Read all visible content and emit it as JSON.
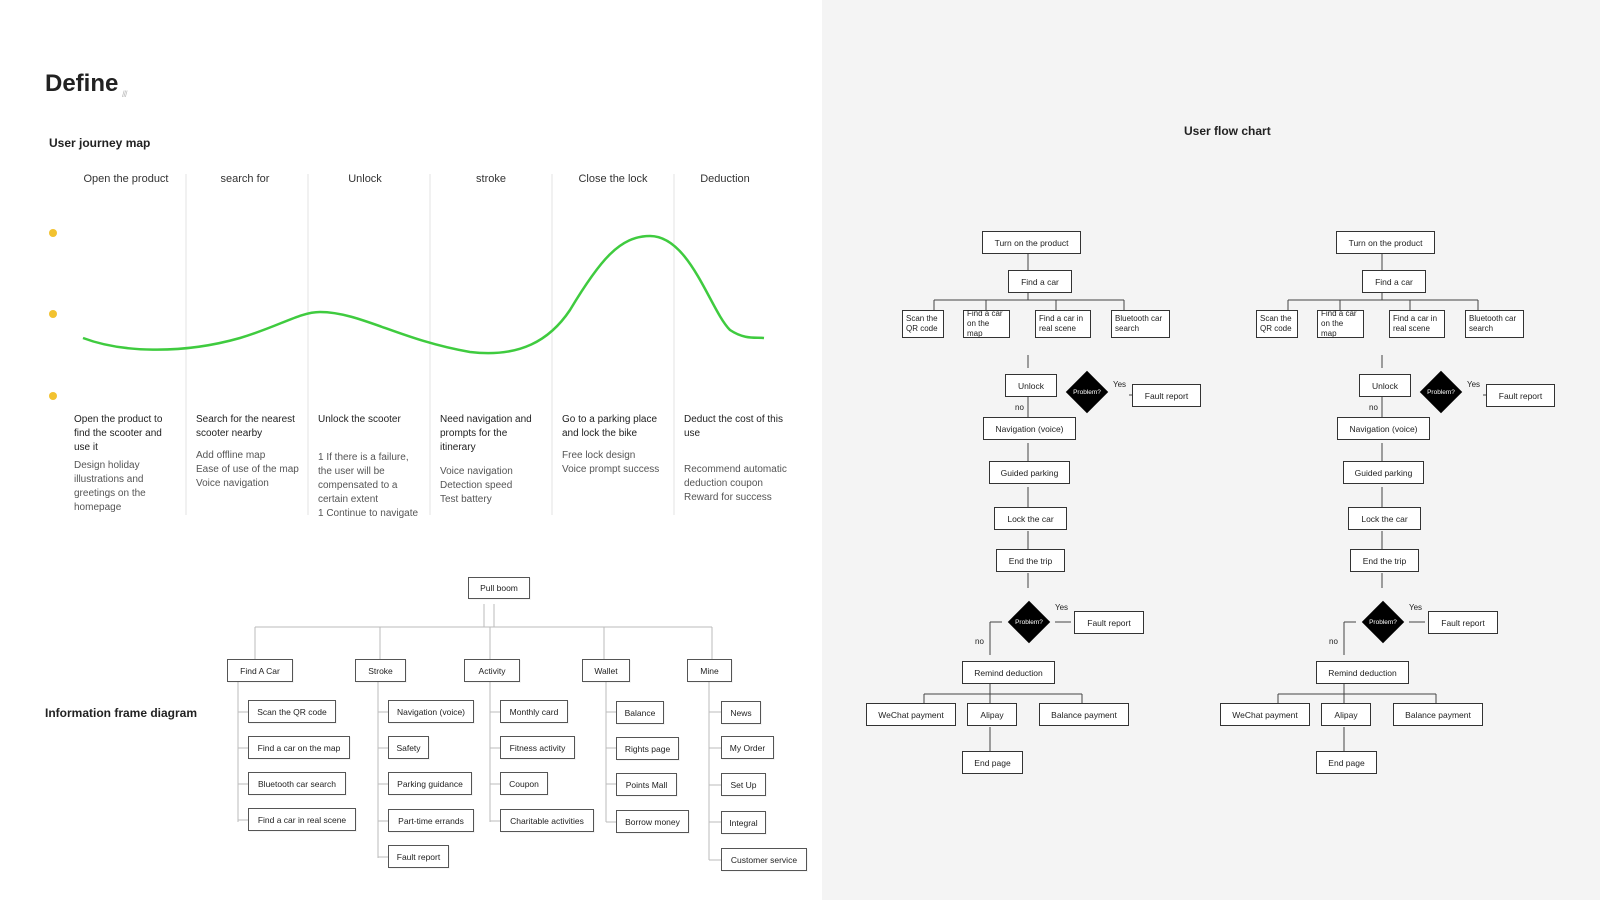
{
  "page": {
    "title": "Define",
    "title_deco": "///"
  },
  "journey": {
    "label": "User journey map",
    "stages": [
      {
        "title": "Open the product",
        "main": "Open the product to find the scooter and use it",
        "sub": [
          "Design holiday illustrations and greetings on the homepage"
        ]
      },
      {
        "title": "search for",
        "main": "Search for the nearest scooter nearby",
        "sub": [
          "Add offline map",
          "Ease of use of the map",
          "Voice navigation"
        ]
      },
      {
        "title": "Unlock",
        "main": "Unlock the scooter",
        "sub": [
          "1 If there is a failure, the user will be compensated to a certain extent",
          "1 Continue to navigate"
        ]
      },
      {
        "title": "stroke",
        "main": "Need navigation and prompts for the itinerary",
        "sub": [
          "Voice navigation",
          "Detection speed",
          "Test battery"
        ]
      },
      {
        "title": "Close the lock",
        "main": "Go to a parking place and lock the bike",
        "sub": [
          "Free lock design",
          "Voice prompt success"
        ]
      },
      {
        "title": "Deduction",
        "main": "Deduct the cost of this use",
        "sub": [
          "Recommend automatic deduction coupon",
          "Reward for success"
        ]
      }
    ],
    "emotion_levels": [
      "happy-face-icon",
      "neutral-face-icon",
      "sad-face-icon"
    ],
    "curve_color": "#3fcb3f"
  },
  "ia": {
    "label": "Information frame diagram",
    "root": "Pull boom",
    "groups": [
      {
        "label": "Find A Car",
        "children": [
          "Scan the QR code",
          "Find a car on the map",
          "Bluetooth car search",
          "Find a car in real scene"
        ]
      },
      {
        "label": "Stroke",
        "children": [
          "Navigation (voice)",
          "Safety",
          "Parking guidance",
          "Part-time errands",
          "Fault report"
        ]
      },
      {
        "label": "Activity",
        "children": [
          "Monthly card",
          "Fitness activity",
          "Coupon",
          "Charitable activities"
        ]
      },
      {
        "label": "Wallet",
        "children": [
          "Balance",
          "Rights page",
          "Points Mall",
          "Borrow money"
        ]
      },
      {
        "label": "Mine",
        "children": [
          "News",
          "My Order",
          "Set Up",
          "Integral",
          "Customer service"
        ]
      }
    ]
  },
  "flow": {
    "label": "User flow chart",
    "turn_on": "Turn on the product",
    "find_car": "Find a car",
    "options": [
      "Scan the QR code",
      "Find a car on the map",
      "Find a car in real scene",
      "Bluetooth car search"
    ],
    "unlock": "Unlock",
    "problem": "Problem?",
    "yes": "Yes",
    "no": "no",
    "fault_report": "Fault report",
    "navigation": "Navigation (voice)",
    "guided_parking": "Guided parking",
    "lock_car": "Lock the car",
    "end_trip": "End the trip",
    "remind_deduction": "Remind deduction",
    "payments": [
      "WeChat payment",
      "Alipay",
      "Balance payment"
    ],
    "end_page": "End page"
  }
}
